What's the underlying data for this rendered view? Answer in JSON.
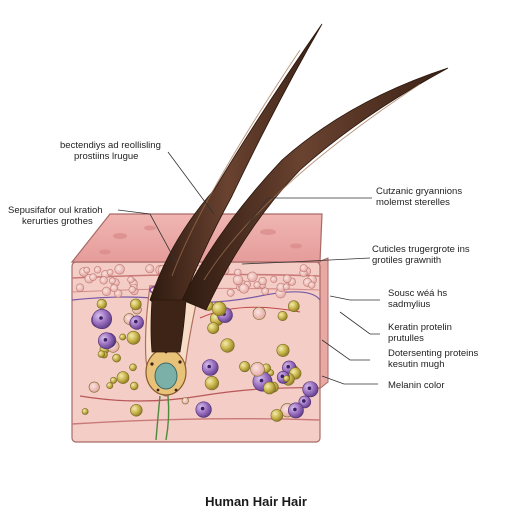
{
  "diagram": {
    "title": "Human Hair Hair",
    "labels_left": [
      {
        "line1": "bectendiys  ad reollisling",
        "line2": "prostiins lrugue"
      },
      {
        "line1": "Sepusifafor oul kratioh",
        "line2": "kerurties grothes"
      }
    ],
    "labels_right": [
      {
        "line1": "Cutzanic gryannions",
        "line2": "molemst sterelles"
      },
      {
        "line1": "Cuticles trugergrote ins",
        "line2": "grotiles grawnith"
      },
      {
        "line1": "Sousc wéá hs",
        "line2": "sadmylius"
      },
      {
        "line1": "Keratin protelin",
        "line2": "prutulles"
      },
      {
        "line1": "Dotersenting proteins",
        "line2": "kesutin mugh"
      },
      {
        "line1": "Melanin color",
        "line2": ""
      }
    ]
  },
  "colors": {
    "skin_top": "#e8a8a8",
    "skin_side": "#f3c8c2",
    "hair": "#4e2e1e",
    "cell_purple": "#9a6fc0",
    "cell_yellow": "#c9b44a",
    "leader_line": "#333333"
  }
}
